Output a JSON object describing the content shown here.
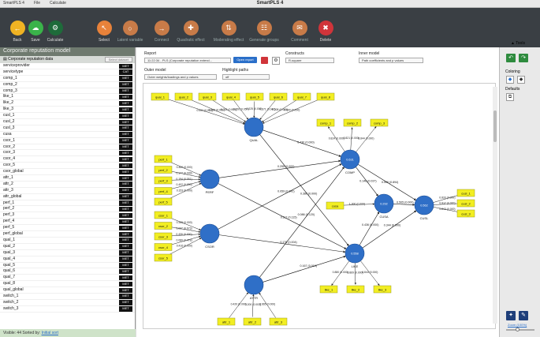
{
  "menubar": {
    "app_menu": "SmartPLS 4",
    "file": "File",
    "calculate": "Calculate",
    "title": "SmartPLS 4"
  },
  "toolbar": {
    "items": [
      {
        "label": "Back",
        "icon": "back-arrow-icon",
        "color": "#f0b323"
      },
      {
        "label": "Save",
        "icon": "cloud-save-icon",
        "color": "#3ab34a"
      },
      {
        "label": "Calculate",
        "icon": "gear-icon",
        "color": "#1e6b3a"
      },
      {
        "label": "Select",
        "icon": "cursor-icon",
        "color": "#e8823a"
      },
      {
        "label": "Latent variable",
        "icon": "circle-icon",
        "color": "#c87b48"
      },
      {
        "label": "Connect",
        "icon": "arrow-connect-icon",
        "color": "#c87b48"
      },
      {
        "label": "Quadratic effect",
        "icon": "quadratic-icon",
        "color": "#c87b48"
      },
      {
        "label": "Moderating effect",
        "icon": "moderating-icon",
        "color": "#c87b48"
      },
      {
        "label": "Generate groups",
        "icon": "groups-icon",
        "color": "#c87b48"
      },
      {
        "label": "Comment",
        "icon": "comment-icon",
        "color": "#c87b48"
      },
      {
        "label": "Delete",
        "icon": "trash-icon",
        "color": "#d0343a"
      }
    ]
  },
  "left_panel": {
    "title": "Corporate reputation model",
    "subtitle": "Corporate reputation data",
    "select_btn": "Select dataset",
    "indicators": [
      {
        "name": "serviceprovider",
        "tag": "MET"
      },
      {
        "name": "servicetype",
        "tag": "CAT"
      },
      {
        "name": "comp_1",
        "tag": "MET"
      },
      {
        "name": "comp_2",
        "tag": "MET"
      },
      {
        "name": "comp_3",
        "tag": "MET"
      },
      {
        "name": "like_1",
        "tag": "MET"
      },
      {
        "name": "like_2",
        "tag": "MET"
      },
      {
        "name": "like_3",
        "tag": "MET"
      },
      {
        "name": "cusl_1",
        "tag": "MET"
      },
      {
        "name": "cusl_2",
        "tag": "MET"
      },
      {
        "name": "cusl_3",
        "tag": "MET"
      },
      {
        "name": "cusa",
        "tag": "MET"
      },
      {
        "name": "csor_1",
        "tag": "MET"
      },
      {
        "name": "csor_2",
        "tag": "MET"
      },
      {
        "name": "csor_3",
        "tag": "MET"
      },
      {
        "name": "csor_4",
        "tag": "MET"
      },
      {
        "name": "csor_5",
        "tag": "MET"
      },
      {
        "name": "csor_global",
        "tag": "MET"
      },
      {
        "name": "attr_1",
        "tag": "MET"
      },
      {
        "name": "attr_2",
        "tag": "MET"
      },
      {
        "name": "attr_3",
        "tag": "MET"
      },
      {
        "name": "attr_global",
        "tag": "MET"
      },
      {
        "name": "perf_1",
        "tag": "MET"
      },
      {
        "name": "perf_2",
        "tag": "MET"
      },
      {
        "name": "perf_3",
        "tag": "MET"
      },
      {
        "name": "perf_4",
        "tag": "MET"
      },
      {
        "name": "perf_5",
        "tag": "MET"
      },
      {
        "name": "perf_global",
        "tag": "MET"
      },
      {
        "name": "qual_1",
        "tag": "MET"
      },
      {
        "name": "qual_2",
        "tag": "MET"
      },
      {
        "name": "qual_3",
        "tag": "MET"
      },
      {
        "name": "qual_4",
        "tag": "MET"
      },
      {
        "name": "qual_5",
        "tag": "MET"
      },
      {
        "name": "qual_6",
        "tag": "MET"
      },
      {
        "name": "qual_7",
        "tag": "MET"
      },
      {
        "name": "qual_8",
        "tag": "MET"
      },
      {
        "name": "qual_global",
        "tag": "MET"
      },
      {
        "name": "switch_1",
        "tag": "MET"
      },
      {
        "name": "switch_2",
        "tag": "MET"
      },
      {
        "name": "switch_3",
        "tag": "MET"
      }
    ],
    "status_visible": "Visible: 44",
    "status_sorted": "Sorted by:",
    "status_sort_link": "Initial sort"
  },
  "controls": {
    "report_label": "Report",
    "report_value": "11:22:34 - PLS (Corporate reputation extend...",
    "open_report": "Open report",
    "constructs_label": "Constructs",
    "constructs_value": "R-square",
    "inner_label": "Inner model",
    "inner_value": "Path coefficients and p values",
    "outer_label": "Outer model",
    "outer_value": "Outer weights/loadings and p values",
    "highlight_label": "Highlight paths",
    "highlight_value": "off"
  },
  "right_panel": {
    "tools_label": "Tools",
    "coloring_label": "Coloring",
    "defaults_label": "Defaults",
    "zoom_label": "Zoom (100%)"
  },
  "diagram": {
    "constructs": [
      {
        "id": "QUAL",
        "label": "QUAL",
        "value": ""
      },
      {
        "id": "PERF",
        "label": "PERF",
        "value": ""
      },
      {
        "id": "CSOR",
        "label": "CSOR",
        "value": ""
      },
      {
        "id": "ATTR",
        "label": "ATTR",
        "value": ""
      },
      {
        "id": "COMP",
        "label": "COMP",
        "value": "0.631"
      },
      {
        "id": "LIKE",
        "label": "LIKE",
        "value": "0.558"
      },
      {
        "id": "CUSA",
        "label": "CUSA",
        "value": "0.292"
      },
      {
        "id": "CUSL",
        "label": "CUSL",
        "value": "0.562"
      }
    ],
    "indicators": {
      "qual": [
        "qual_1",
        "qual_2",
        "qual_3",
        "qual_4",
        "qual_5",
        "qual_6",
        "qual_7",
        "qual_8"
      ],
      "perf": [
        "perf_1",
        "perf_2",
        "perf_3",
        "perf_4",
        "perf_5"
      ],
      "csor": [
        "csor_1",
        "csor_2",
        "csor_3",
        "csor_4",
        "csor_5"
      ],
      "attr": [
        "attr_1",
        "attr_2",
        "attr_3"
      ],
      "comp": [
        "comp_1",
        "comp_2",
        "comp_3"
      ],
      "like": [
        "like_1",
        "like_2",
        "like_3"
      ],
      "cusl": [
        "cusl_1",
        "cusl_2",
        "cusl_3"
      ],
      "cusa": [
        "cusa"
      ]
    },
    "outer_labels": {
      "qual": [
        "0.654 (0.000)",
        "0.198 (0.051)",
        "0.218 (0.009)",
        "0.156 (0.057)",
        "0.225 (0.000)",
        "0.171 (0.047)",
        "0.208 (0.000)",
        "0.000 (0.000)"
      ],
      "perf": [
        "0.460 (0.000)",
        "0.177 (0.049)",
        "0.194 (0.051)",
        "0.402 (0.000)",
        "0.153 (0.000)"
      ],
      "csor": [
        "0.306 (0.000)",
        "0.037 (0.673)",
        "0.406 (0.000)",
        "0.080 (0.478)",
        "0.416 (0.000)"
      ],
      "attr": [
        "0.420 (0.000)",
        "0.200 (0.003)",
        "0.665 (0.000)"
      ],
      "comp": [
        "0.824 (0.000)",
        "0.821 (0.000)",
        "0.844 (0.000)"
      ],
      "like": [
        "0.880 (0.000)",
        "0.869 (0.000)",
        "0.844 (0.000)"
      ],
      "cusl": [
        "0.833 (0.000)",
        "0.917 (0.000)",
        "0.843 (0.000)"
      ],
      "cusa": "1.000 (0.000)"
    },
    "paths": [
      {
        "from": "QUAL",
        "to": "COMP",
        "label": "0.430 (0.000)"
      },
      {
        "from": "QUAL",
        "to": "LIKE",
        "label": "0.380 (0.000)"
      },
      {
        "from": "PERF",
        "to": "COMP",
        "label": "0.295 (0.000)"
      },
      {
        "from": "PERF",
        "to": "LIKE",
        "label": "0.117 (0.115)"
      },
      {
        "from": "CSOR",
        "to": "COMP",
        "label": "0.059 (0.342)"
      },
      {
        "from": "CSOR",
        "to": "LIKE",
        "label": "0.178 (0.004)"
      },
      {
        "from": "ATTR",
        "to": "COMP",
        "label": "0.086 (0.120)"
      },
      {
        "from": "ATTR",
        "to": "LIKE",
        "label": "0.167 (0.019)"
      },
      {
        "from": "COMP",
        "to": "CUSA",
        "label": "0.146 (0.037)"
      },
      {
        "from": "COMP",
        "to": "CUSL",
        "label": "0.006 (0.894)"
      },
      {
        "from": "LIKE",
        "to": "CUSA",
        "label": "0.436 (0.000)"
      },
      {
        "from": "LIKE",
        "to": "CUSL",
        "label": "0.344 (0.000)"
      },
      {
        "from": "CUSA",
        "to": "CUSL",
        "label": "0.505 (0.000)"
      }
    ]
  }
}
